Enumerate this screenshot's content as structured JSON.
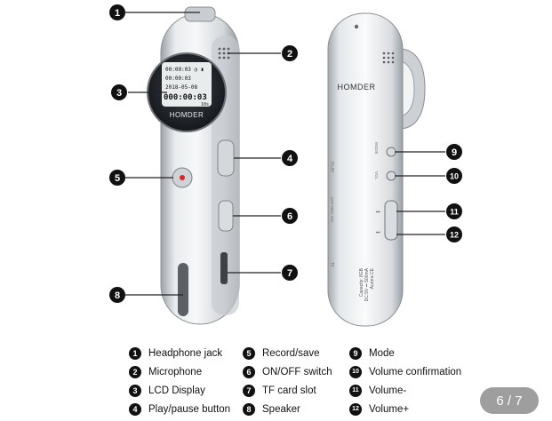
{
  "device": {
    "brand": "HOMDER",
    "lcd": {
      "line1": "00:00:03 ◷ ▮",
      "line2": "00:00:03",
      "line3": "2018-05-08",
      "counter": "000:00:03",
      "footer": "10s"
    },
    "back_text": {
      "play": "PLAY",
      "off_rec_on": "OFF REC ON",
      "tf": "TF",
      "spec1": "Capacity: 8GB",
      "spec2": "DC:5V ⎓ 500mA",
      "spec3": "Aurora CE",
      "mode": "MODE",
      "vol": "VOL"
    }
  },
  "callouts": [
    "1",
    "2",
    "3",
    "4",
    "5",
    "6",
    "7",
    "8",
    "9",
    "10",
    "11",
    "12"
  ],
  "legend": {
    "items": [
      {
        "num": "1",
        "label": "Headphone jack"
      },
      {
        "num": "5",
        "label": "Record/save"
      },
      {
        "num": "9",
        "label": "Mode"
      },
      {
        "num": "2",
        "label": "Microphone"
      },
      {
        "num": "6",
        "label": "ON/OFF switch"
      },
      {
        "num": "10",
        "label": "Volume confirmation"
      },
      {
        "num": "3",
        "label": "LCD Display"
      },
      {
        "num": "7",
        "label": "TF card slot"
      },
      {
        "num": "11",
        "label": "Volume-"
      },
      {
        "num": "4",
        "label": "Play/pause button"
      },
      {
        "num": "8",
        "label": "Speaker"
      },
      {
        "num": "12",
        "label": "Volume+"
      }
    ]
  },
  "pager": {
    "label": "6 / 7"
  }
}
